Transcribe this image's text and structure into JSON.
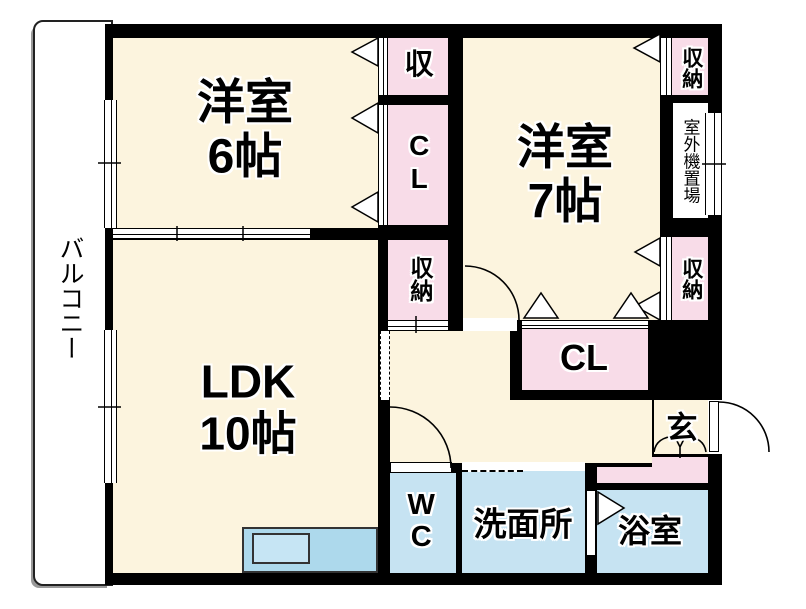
{
  "type": "apartment-floorplan",
  "colors": {
    "wall": "#000000",
    "room": "#FCF4DE",
    "closet": "#F8DCE8",
    "wet": "#C6E3F2",
    "counter": "#ADD9EC",
    "sink": "#C6E5F4",
    "balcony": "#FFFFFF"
  },
  "labels": {
    "balcony": "バルコニー",
    "room6": {
      "name": "洋室",
      "size": "6帖"
    },
    "room7": {
      "name": "洋室",
      "size": "7帖"
    },
    "ldk": {
      "name": "LDK",
      "size": "10帖"
    },
    "closet_top": "収",
    "closet_cl": "CL",
    "closet_mid": "収納",
    "closet_top_right": "収納",
    "outdoor_unit": "室外機置場",
    "closet_mid_right": "収納",
    "closet_hall": "CL",
    "entrance": "玄",
    "toilet": "WC",
    "washroom": "洗面所",
    "bathroom": "浴室"
  }
}
